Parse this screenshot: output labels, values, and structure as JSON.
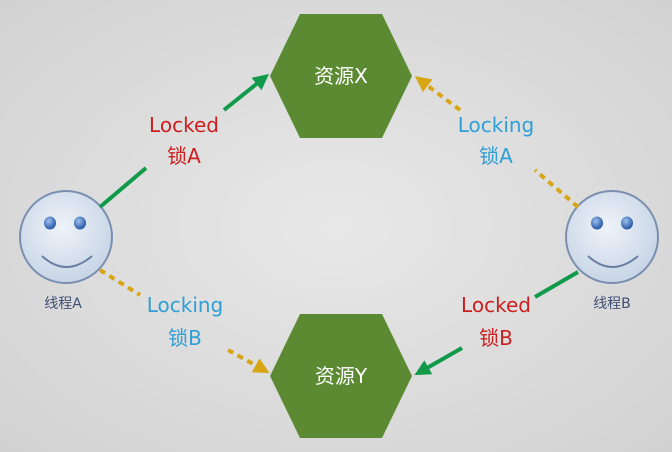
{
  "colors": {
    "background": "#dcdcdc",
    "resource_fill": "#5b8a32",
    "locked_arrow": "#119a4a",
    "locking_arrow": "#d8a515",
    "locked_text": "#cc1f1f",
    "locking_text": "#2f9fd6",
    "thread_text": "#3f4f73",
    "face_fill": "#d9e4f0",
    "face_stroke": "#7a8fb0",
    "eye": "#3d6fbf"
  },
  "resources": {
    "x": {
      "label": "资源X"
    },
    "y": {
      "label": "资源Y"
    }
  },
  "threads": {
    "a": {
      "label": "线程A",
      "icon": "smiley-face-icon"
    },
    "b": {
      "label": "线程B",
      "icon": "smiley-face-icon"
    }
  },
  "edges": {
    "a_to_x": {
      "line1": "Locked",
      "line2": "锁A",
      "state": "locked"
    },
    "b_to_x": {
      "line1": "Locking",
      "line2": "锁A",
      "state": "locking"
    },
    "a_to_y": {
      "line1": "Locking",
      "line2": "锁B",
      "state": "locking"
    },
    "b_to_y": {
      "line1": "Locked",
      "line2": "锁B",
      "state": "locked"
    }
  }
}
